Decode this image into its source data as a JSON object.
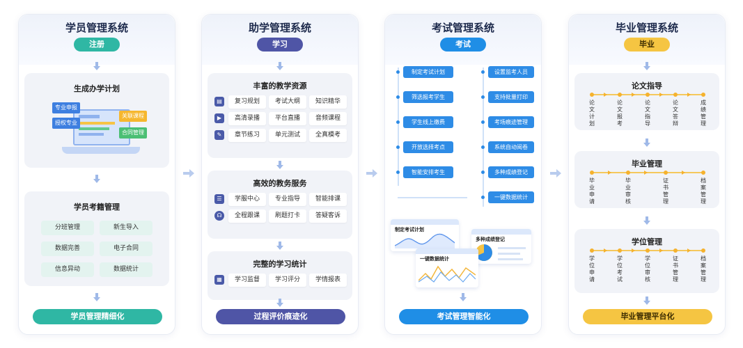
{
  "colors": {
    "teal": "#2fb7a4",
    "purple": "#4f55a6",
    "blue": "#1f8ee6",
    "yellow": "#f5c542",
    "navy": "#1d2a4c"
  },
  "col1": {
    "title": "学员管理系统",
    "pill": "注册",
    "panel1_title": "生成办学计划",
    "illustration_labels": [
      "专业申报",
      "授权专业",
      "关联课程",
      "合同管理"
    ],
    "panel2_title": "学员考籍管理",
    "grid": [
      "分班管理",
      "新生导入",
      "数据完善",
      "电子合同",
      "信息异动",
      "数据统计"
    ],
    "bottom": "学员管理精细化"
  },
  "col2": {
    "title": "助学管理系统",
    "pill": "学习",
    "panel1_title": "丰富的教学资源",
    "panel1_rows": [
      [
        "复习规划",
        "考试大纲",
        "知识精华"
      ],
      [
        "高清录播",
        "平台直播",
        "音频课程"
      ],
      [
        "章节练习",
        "单元测试",
        "全真模考"
      ]
    ],
    "panel2_title": "高效的教务服务",
    "panel2_rows": [
      [
        "学服中心",
        "专业指导",
        "智能排课"
      ],
      [
        "全程跟课",
        "刷题打卡",
        "答疑客诉"
      ]
    ],
    "panel3_title": "完整的学习统计",
    "panel3_rows": [
      [
        "学习监督",
        "学习评分",
        "学情报表"
      ]
    ],
    "bottom": "过程评价痕迹化"
  },
  "col3": {
    "title": "考试管理系统",
    "pill": "考试",
    "left_items": [
      "制定考试计划",
      "筛选报考学生",
      "学生线上缴费",
      "开放选择考点",
      "智能安排考生"
    ],
    "right_items": [
      "设置监考人员",
      "支持批量打印",
      "考场痕迹管理",
      "系统自动阅卷",
      "多种成绩登记",
      "一键数据统计"
    ],
    "chart_labels": [
      "制定考试计划",
      "多种成绩登记",
      "一键数据统计"
    ],
    "bottom": "考试管理智能化"
  },
  "col4": {
    "title": "毕业管理系统",
    "pill": "毕业",
    "panel1_title": "论文指导",
    "panel1_steps": [
      "论文计划",
      "论文报考",
      "论文指导",
      "论文答辩",
      "成绩管理"
    ],
    "panel2_title": "毕业管理",
    "panel2_steps": [
      "毕业申请",
      "毕业审核",
      "证书管理",
      "档案管理"
    ],
    "panel3_title": "学位管理",
    "panel3_steps": [
      "学位申请",
      "学位考试",
      "学位审核",
      "证书管理",
      "档案管理"
    ],
    "bottom": "毕业管理平台化"
  }
}
